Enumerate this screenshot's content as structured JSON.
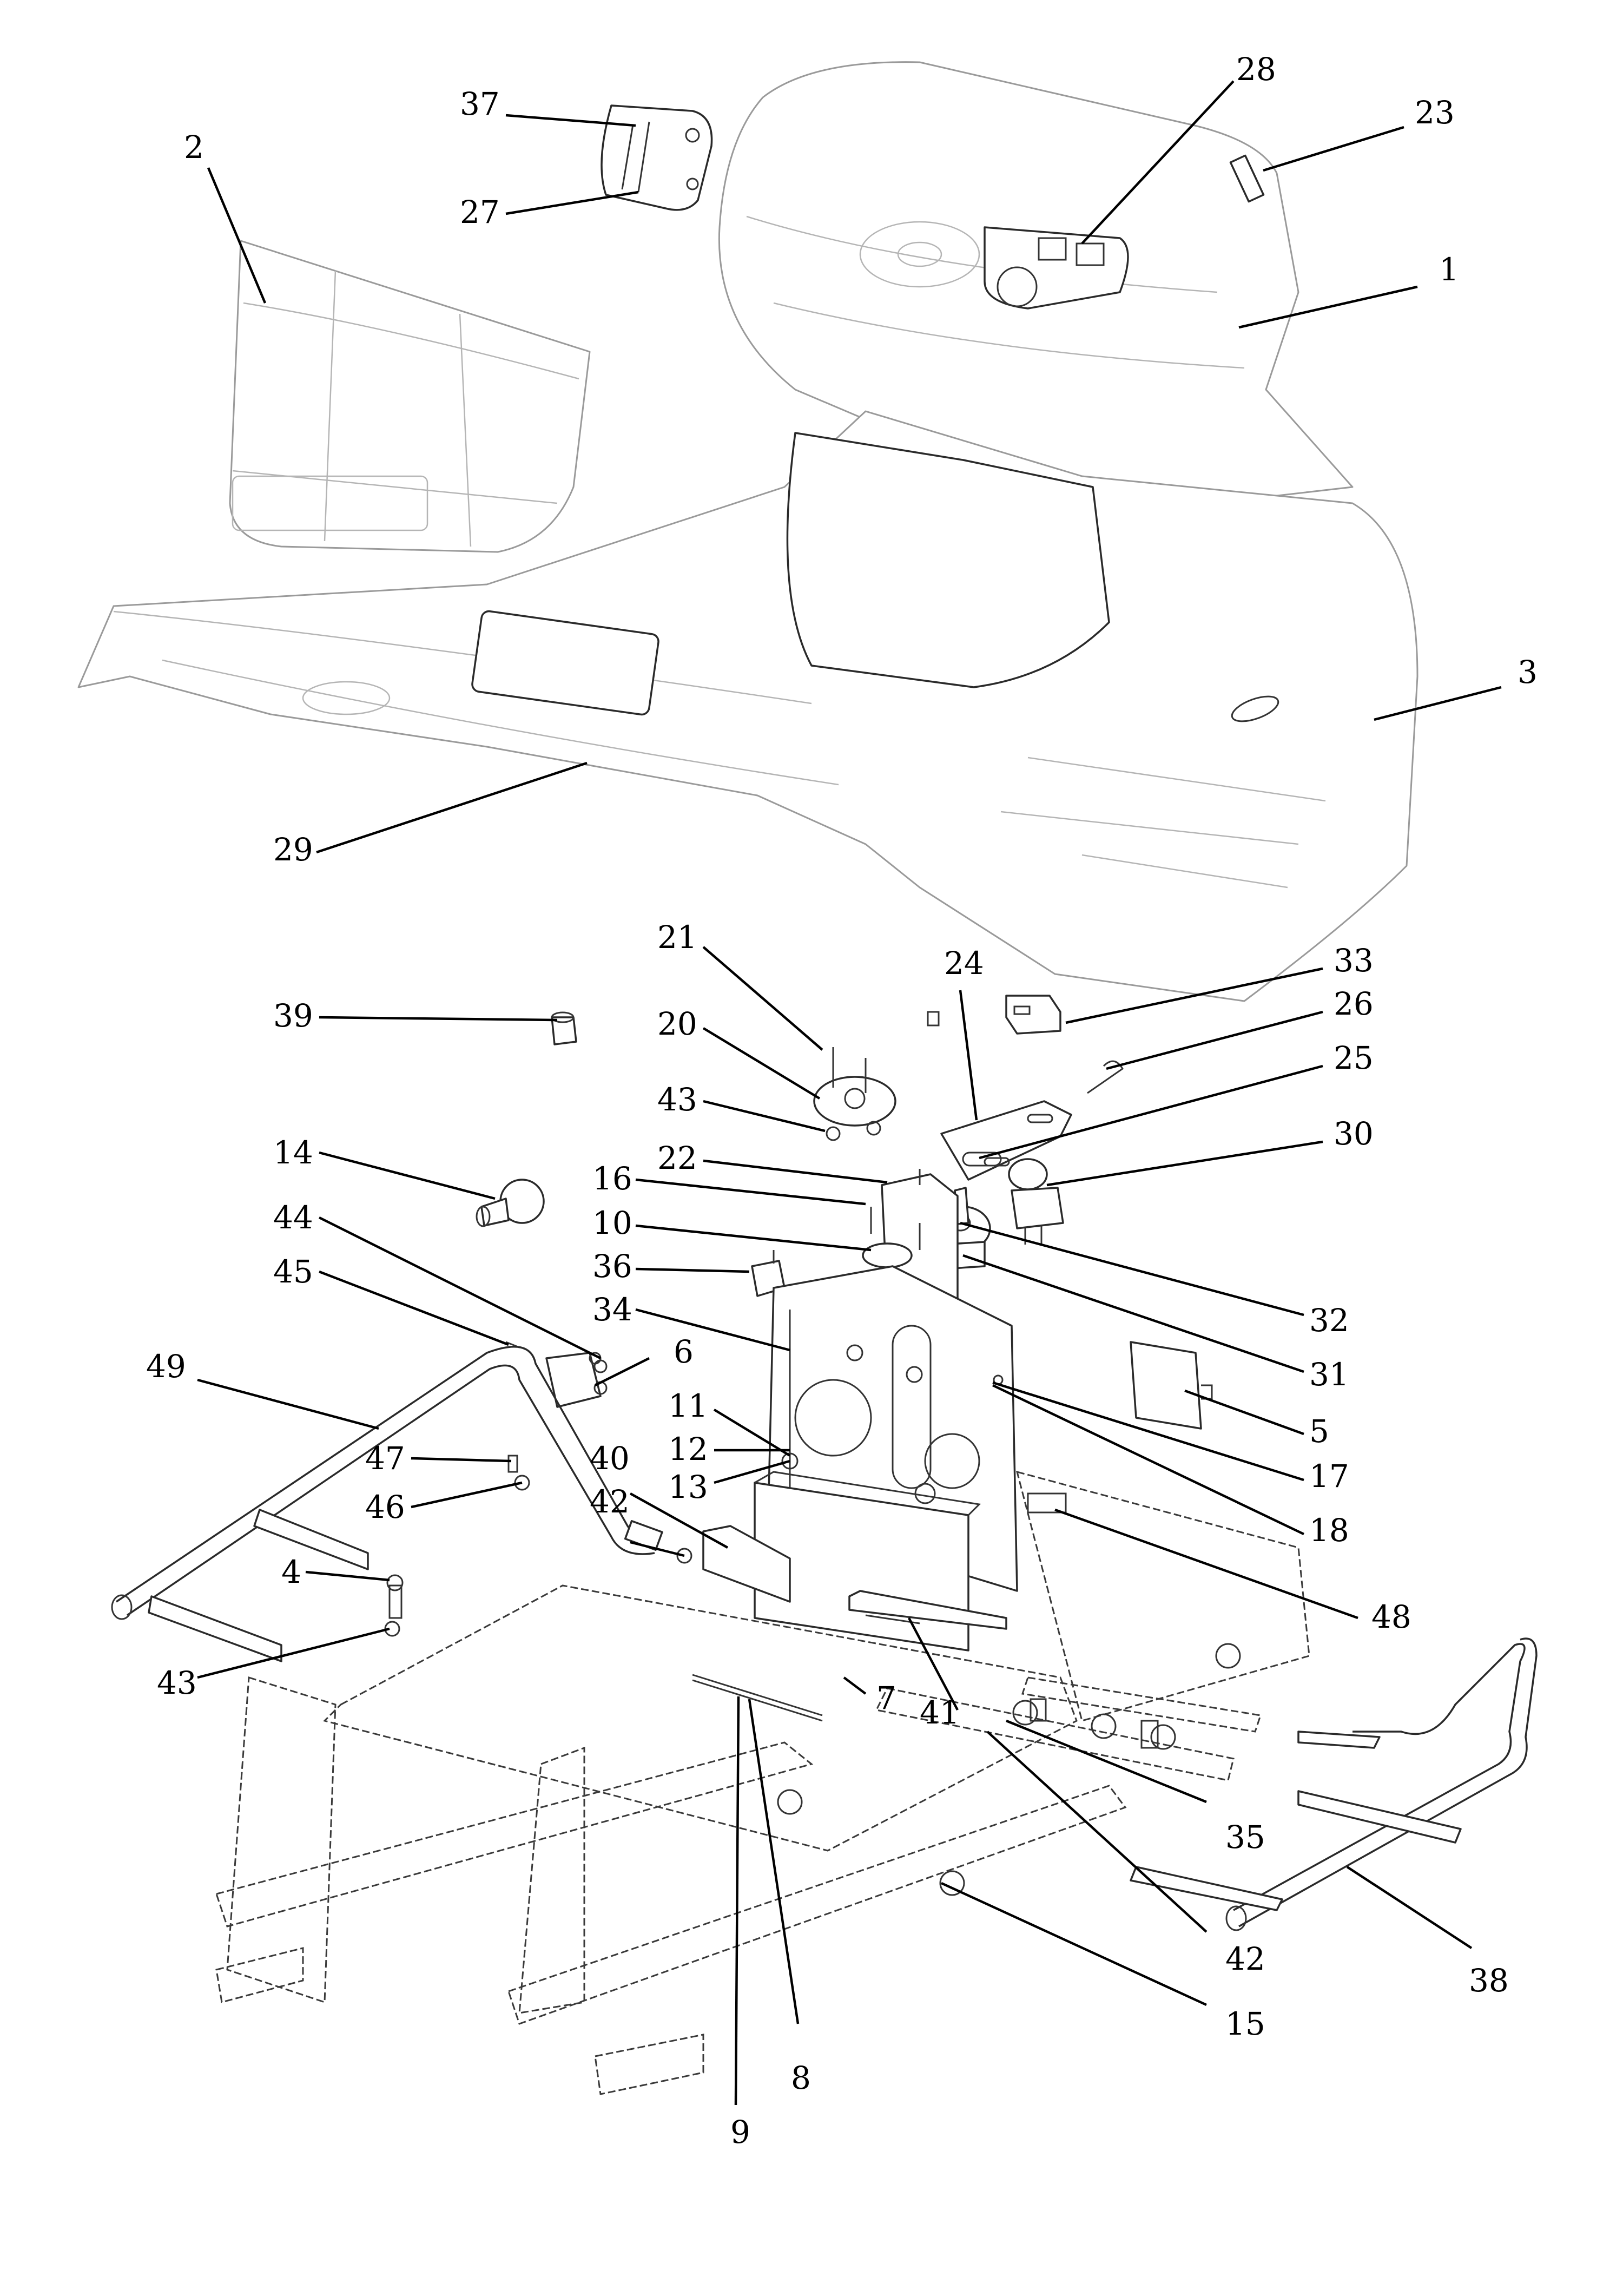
{
  "diagram": {
    "type": "exploded-parts-diagram",
    "subject": "Riding mower body, dashboard and frame assembly",
    "callouts": [
      {
        "id": "1",
        "label": "1"
      },
      {
        "id": "2",
        "label": "2"
      },
      {
        "id": "3",
        "label": "3"
      },
      {
        "id": "4",
        "label": "4"
      },
      {
        "id": "5",
        "label": "5"
      },
      {
        "id": "6",
        "label": "6"
      },
      {
        "id": "7",
        "label": "7"
      },
      {
        "id": "8",
        "label": "8"
      },
      {
        "id": "9",
        "label": "9"
      },
      {
        "id": "10",
        "label": "10"
      },
      {
        "id": "11",
        "label": "11"
      },
      {
        "id": "12",
        "label": "12"
      },
      {
        "id": "13",
        "label": "13"
      },
      {
        "id": "14",
        "label": "14"
      },
      {
        "id": "15",
        "label": "15"
      },
      {
        "id": "16",
        "label": "16"
      },
      {
        "id": "17",
        "label": "17"
      },
      {
        "id": "18",
        "label": "18"
      },
      {
        "id": "20",
        "label": "20"
      },
      {
        "id": "21",
        "label": "21"
      },
      {
        "id": "22",
        "label": "22"
      },
      {
        "id": "23",
        "label": "23"
      },
      {
        "id": "24",
        "label": "24"
      },
      {
        "id": "25",
        "label": "25"
      },
      {
        "id": "26",
        "label": "26"
      },
      {
        "id": "27",
        "label": "27"
      },
      {
        "id": "28",
        "label": "28"
      },
      {
        "id": "29",
        "label": "29"
      },
      {
        "id": "30",
        "label": "30"
      },
      {
        "id": "31",
        "label": "31"
      },
      {
        "id": "32",
        "label": "32"
      },
      {
        "id": "33",
        "label": "33"
      },
      {
        "id": "34",
        "label": "34"
      },
      {
        "id": "35",
        "label": "35"
      },
      {
        "id": "36",
        "label": "36"
      },
      {
        "id": "37",
        "label": "37"
      },
      {
        "id": "38",
        "label": "38"
      },
      {
        "id": "39",
        "label": "39"
      },
      {
        "id": "40",
        "label": "40"
      },
      {
        "id": "41",
        "label": "41"
      },
      {
        "id": "42a",
        "label": "42"
      },
      {
        "id": "42b",
        "label": "42"
      },
      {
        "id": "43a",
        "label": "43"
      },
      {
        "id": "43b",
        "label": "43"
      },
      {
        "id": "44",
        "label": "44"
      },
      {
        "id": "45",
        "label": "45"
      },
      {
        "id": "46",
        "label": "46"
      },
      {
        "id": "47",
        "label": "47"
      },
      {
        "id": "48",
        "label": "48"
      },
      {
        "id": "49",
        "label": "49"
      }
    ]
  }
}
